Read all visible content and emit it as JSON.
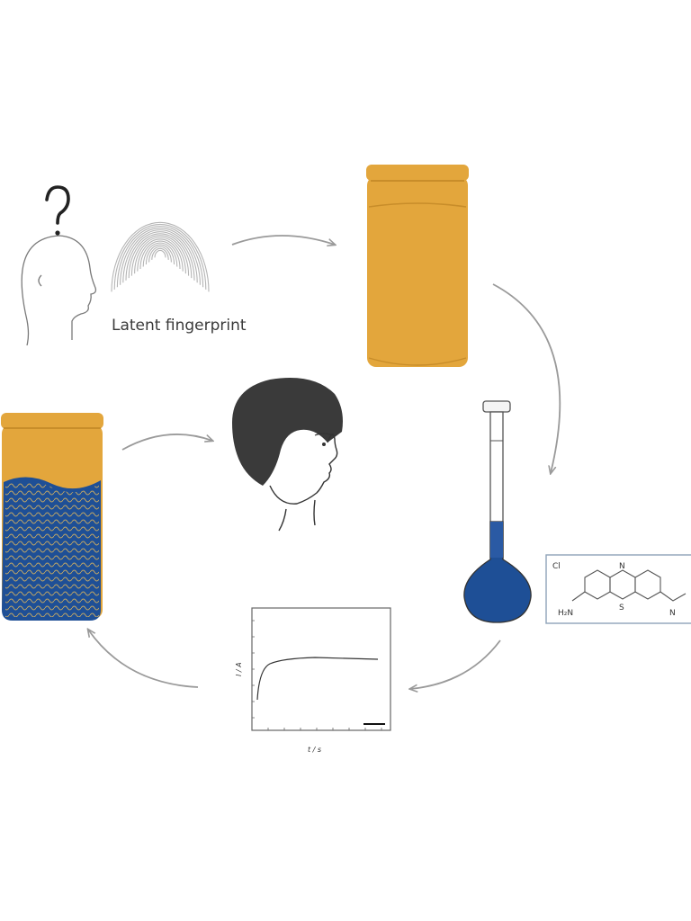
{
  "caption": "Latent fingerprint",
  "colors": {
    "jar_orange": "#e3a63c",
    "jar_orange_dark": "#c88d2a",
    "developer_blue": "#1e4f96",
    "arrow_gray": "#9a9a9a",
    "structure_border": "#8fa3b8"
  },
  "graph": {
    "xlabel": "t / s",
    "ylabel": "I / A"
  },
  "structure": {
    "group_label": "H₂N"
  },
  "icons": [
    "question-mark-icon",
    "head-silhouette-icon",
    "fingerprint-icon",
    "jar-icon",
    "volumetric-flask-icon",
    "face-portrait-icon"
  ]
}
